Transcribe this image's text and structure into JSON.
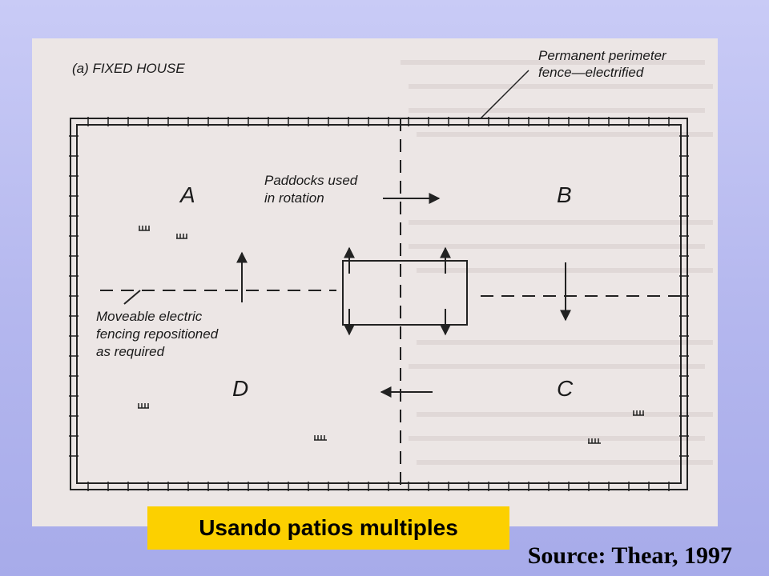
{
  "diagram": {
    "title": "(a) FIXED HOUSE",
    "perimeter_label": [
      "Permanent perimeter",
      "fence—electrified"
    ],
    "paddocks_label": [
      "Paddocks used",
      "in rotation"
    ],
    "fencing_label": [
      "Moveable electric",
      "fencing repositioned",
      "as required"
    ],
    "paddocks": [
      "A",
      "B",
      "C",
      "D"
    ]
  },
  "caption": "Usando patios multiples",
  "source": "Source: Thear, 1997"
}
